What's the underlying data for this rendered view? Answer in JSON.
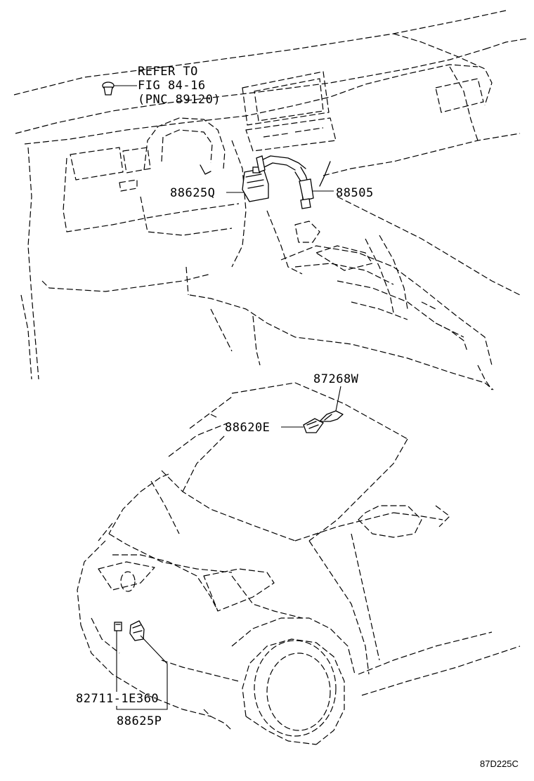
{
  "labels": {
    "refer_line1": "REFER TO",
    "refer_line2": "FIG 84-16",
    "refer_line3": "(PNC 89120)",
    "p88625Q": "88625Q",
    "p88505": "88505",
    "p87268W": "87268W",
    "p88620E": "88620E",
    "p82711": "82711-1E360",
    "p88625P": "88625P",
    "figure_code": "87D225C"
  }
}
